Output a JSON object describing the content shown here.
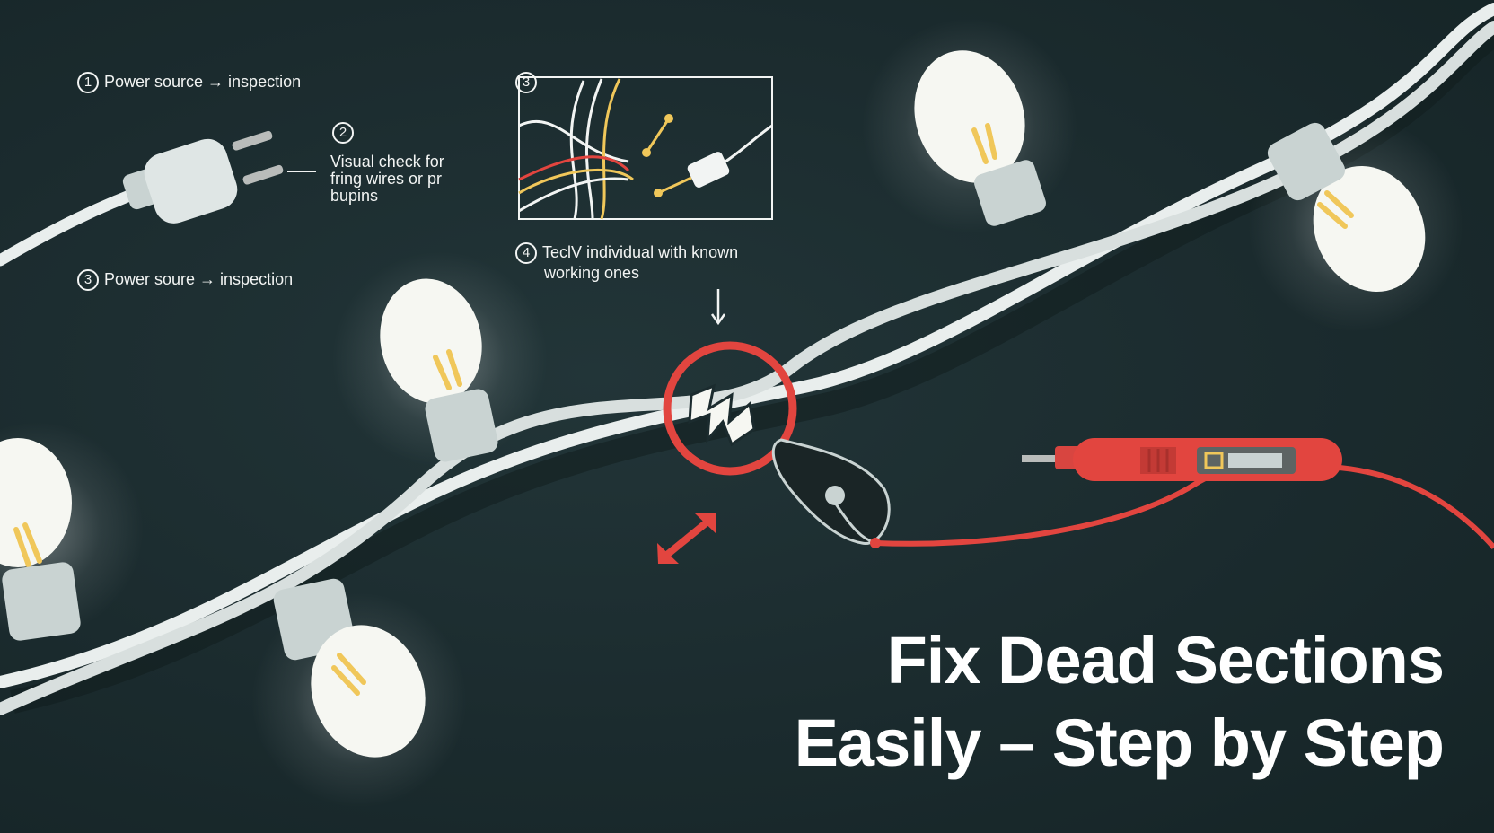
{
  "steps": {
    "step1": {
      "number": "1",
      "text": "Power source → inspection"
    },
    "step2": {
      "number": "2",
      "lines": [
        "Visual check for",
        "fring wires or pr",
        "bupins"
      ]
    },
    "step3_left": {
      "number": "3",
      "text": "Power soure → inspection"
    },
    "step3_top": {
      "number": "3"
    },
    "step4": {
      "number": "4",
      "lines": [
        "TeclV individual with known",
        "working ones"
      ]
    }
  },
  "headline": {
    "line1": "Fix Dead Sections",
    "line2": "Easily – Step by Step"
  },
  "icons": [
    "plug-icon",
    "bulb-icon",
    "wire-diagram-icon",
    "damage-circle-icon",
    "tester-probe-icon",
    "double-arrow-icon",
    "down-arrow-icon"
  ],
  "colors": {
    "background": "#1b2b2e",
    "wire": "#e9eeed",
    "socket": "#c9d3d2",
    "bulb": "#f6f7f2",
    "filament": "#f0c75a",
    "accent_red": "#e2453f",
    "text": "#f2f4f3"
  }
}
